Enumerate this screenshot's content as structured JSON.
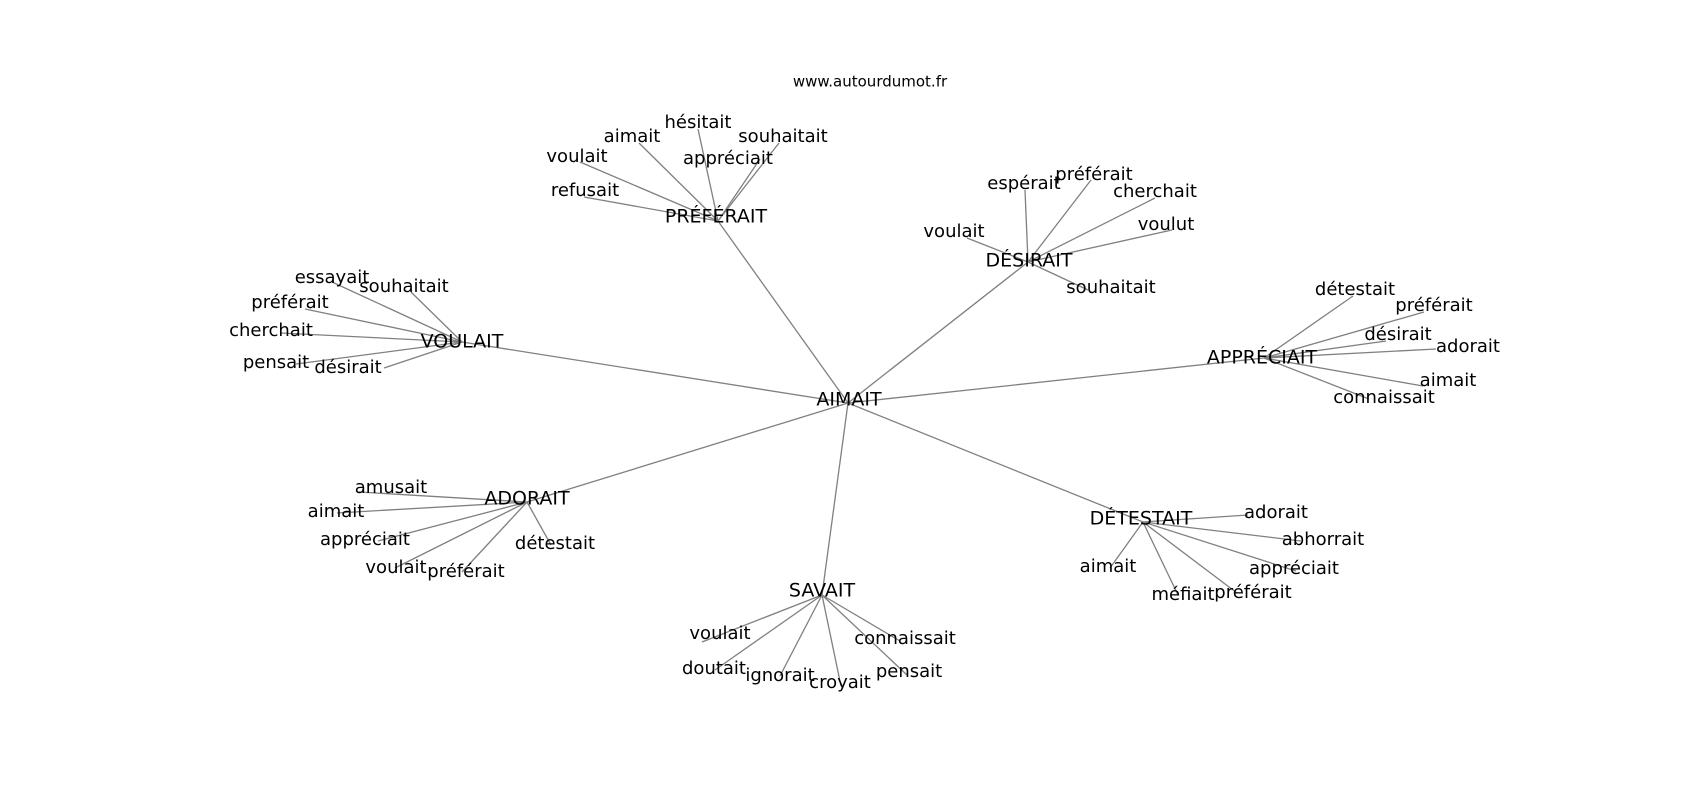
{
  "source": "www.autourdumot.fr",
  "center": "AIMAIT",
  "hubs": [
    {
      "id": "preferait",
      "label": "PRÉFÉRAIT",
      "leaves": [
        {
          "id": "voulait",
          "label": "voulait"
        },
        {
          "id": "aimait",
          "label": "aimait"
        },
        {
          "id": "hesitait",
          "label": "hésitait"
        },
        {
          "id": "souhaitait",
          "label": "souhaitait"
        },
        {
          "id": "appreciait",
          "label": "appréciait"
        },
        {
          "id": "refusait",
          "label": "refusait"
        }
      ]
    },
    {
      "id": "desirait",
      "label": "DÉSIRAIT",
      "leaves": [
        {
          "id": "esperait",
          "label": "espérait"
        },
        {
          "id": "preferait",
          "label": "préférait"
        },
        {
          "id": "cherchait",
          "label": "cherchait"
        },
        {
          "id": "voulut",
          "label": "voulut"
        },
        {
          "id": "voulait",
          "label": "voulait"
        },
        {
          "id": "souhaitait",
          "label": "souhaitait"
        }
      ]
    },
    {
      "id": "voulait",
      "label": "VOULAIT",
      "leaves": [
        {
          "id": "essayait",
          "label": "essayait"
        },
        {
          "id": "souhaitait",
          "label": "souhaitait"
        },
        {
          "id": "preferait",
          "label": "préférait"
        },
        {
          "id": "cherchait",
          "label": "cherchait"
        },
        {
          "id": "pensait",
          "label": "pensait"
        },
        {
          "id": "desirait",
          "label": "désirait"
        }
      ]
    },
    {
      "id": "appreciait",
      "label": "APPRÉCIAIT",
      "leaves": [
        {
          "id": "detestait",
          "label": "détestait"
        },
        {
          "id": "preferait",
          "label": "préférait"
        },
        {
          "id": "desirait",
          "label": "désirait"
        },
        {
          "id": "adorait",
          "label": "adorait"
        },
        {
          "id": "aimait",
          "label": "aimait"
        },
        {
          "id": "connaissait",
          "label": "connaissait"
        }
      ]
    },
    {
      "id": "adorait",
      "label": "ADORAIT",
      "leaves": [
        {
          "id": "amusait",
          "label": "amusait"
        },
        {
          "id": "aimait",
          "label": "aimait"
        },
        {
          "id": "appreciait",
          "label": "appréciait"
        },
        {
          "id": "voulait",
          "label": "voulait"
        },
        {
          "id": "preferait",
          "label": "préférait"
        },
        {
          "id": "detestait",
          "label": "détestait"
        }
      ]
    },
    {
      "id": "savait",
      "label": "SAVAIT",
      "leaves": [
        {
          "id": "voulait",
          "label": "voulait"
        },
        {
          "id": "doutait",
          "label": "doutait"
        },
        {
          "id": "ignorait",
          "label": "ignorait"
        },
        {
          "id": "croyait",
          "label": "croyait"
        },
        {
          "id": "pensait",
          "label": "pensait"
        },
        {
          "id": "connaissait",
          "label": "connaissait"
        }
      ]
    },
    {
      "id": "detestait",
      "label": "DÉTESTAIT",
      "leaves": [
        {
          "id": "adorait",
          "label": "adorait"
        },
        {
          "id": "abhorrait",
          "label": "abhorrait"
        },
        {
          "id": "appreciait",
          "label": "appréciait"
        },
        {
          "id": "aimait",
          "label": "aimait"
        },
        {
          "id": "mefiait",
          "label": "méfiait"
        },
        {
          "id": "preferait",
          "label": "préférait"
        }
      ]
    }
  ]
}
